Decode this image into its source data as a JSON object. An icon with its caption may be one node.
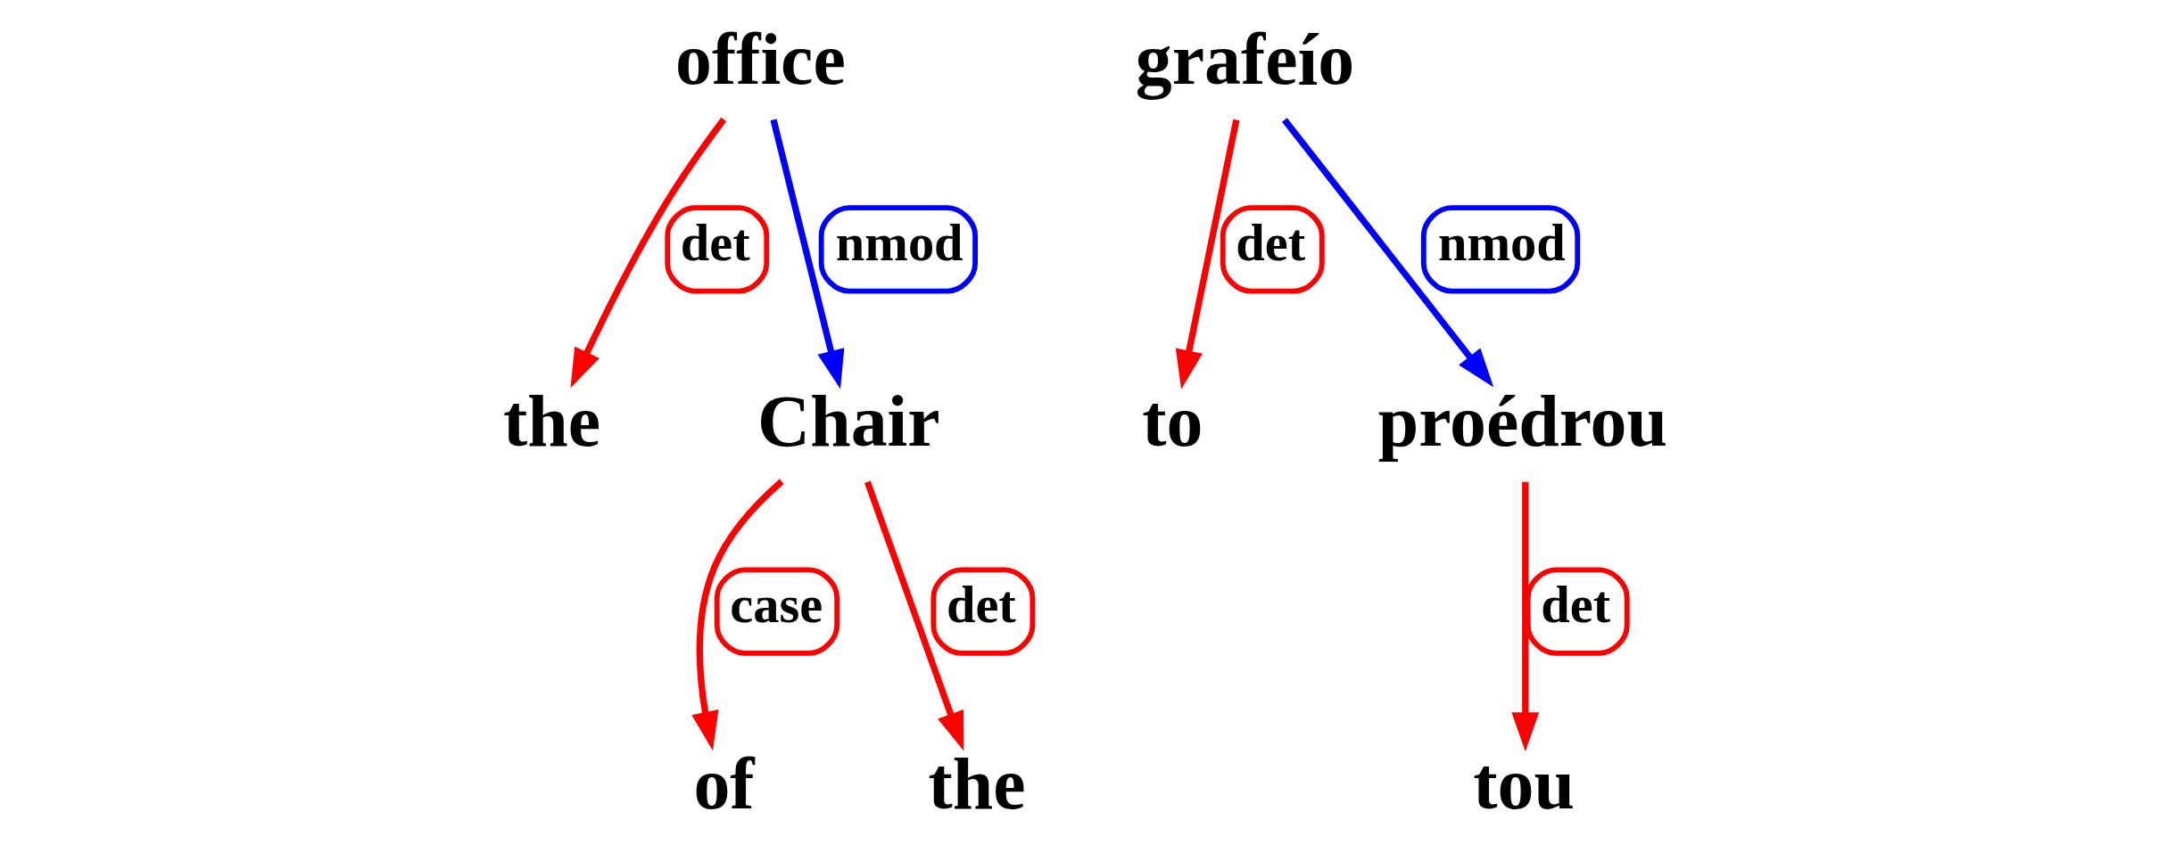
{
  "diagram": {
    "nodes": [
      {
        "text": [
          "the"
        ]
      },
      {
        "text": [
          "office"
        ]
      },
      {
        "text": [
          "of"
        ]
      },
      {
        "text": [
          "the"
        ]
      },
      {
        "text": [
          "Chair"
        ]
      },
      {
        "text": [
          "to"
        ]
      },
      {
        "text": [
          "grafeío"
        ]
      },
      {
        "text": [
          "tou"
        ]
      },
      {
        "text": [
          "proédrou"
        ]
      }
    ],
    "edges": [
      {
        "from": 1,
        "to": 0,
        "arrow": "to",
        "label": "det"
      },
      {
        "from": 1,
        "to": 4,
        "arrow": "to",
        "label": "nmod",
        "color": "#0000ff"
      },
      {
        "from": 4,
        "to": 2,
        "arrow": "to",
        "label": "case"
      },
      {
        "from": 4,
        "to": 3,
        "arrow": "to",
        "label": "det"
      },
      {
        "from": 6,
        "to": 5,
        "arrow": "to",
        "label": "det"
      },
      {
        "from": 6,
        "to": 8,
        "arrow": "to",
        "label": "nmod",
        "color": "#0000ff"
      },
      {
        "from": 8,
        "to": 7,
        "arrow": "to",
        "label": "det"
      }
    ]
  }
}
